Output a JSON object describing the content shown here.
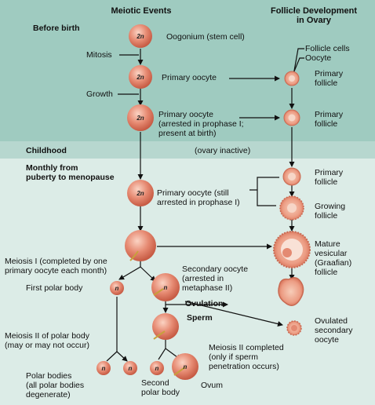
{
  "headers": {
    "meiotic_events": "Meiotic Events",
    "follicle_development": "Follicle Development\nin Ovary"
  },
  "periods": {
    "before_birth": "Before birth",
    "childhood": "Childhood",
    "puberty": "Monthly from\npuberty to menopause"
  },
  "processes": {
    "mitosis": "Mitosis",
    "growth": "Growth",
    "meiosis_one": "Meiosis I (completed by one\nprimary oocyte each month)",
    "meiosis_two_polar": "Meiosis II of polar body\n(may or may not occur)",
    "ovulation": "Ovulation",
    "sperm": "Sperm",
    "meiosis_two_completed": "Meiosis II completed\n(only if sperm\npenetration occurs)"
  },
  "cells": {
    "oogonium": "Oogonium (stem cell)",
    "primary_oocyte": "Primary oocyte",
    "primary_oocyte_arrested": "Primary oocyte\n(arrested in prophase I;\npresent at birth)",
    "primary_oocyte_still": "Primary oocyte (still\narrested in prophase I)",
    "secondary_oocyte": "Secondary oocyte\n(arrested in\nmetaphase II)",
    "first_polar_body": "First polar body",
    "polar_bodies": "Polar bodies\n(all polar bodies\ndegenerate)",
    "second_polar_body": "Second\npolar body",
    "ovum": "Ovum",
    "diploid_mark": "2n",
    "haploid_mark": "n"
  },
  "follicles": {
    "follicle_cells": "Follicle cells",
    "oocyte": "Oocyte",
    "primary_follicle": "Primary\nfollicle",
    "childhood_state": "(ovary inactive)",
    "growing_follicle": "Growing\nfollicle",
    "mature_follicle": "Mature\nvesicular\n(Graafian)\nfollicle",
    "ovulated_oocyte": "Ovulated\nsecondary\noocyte"
  },
  "colors": {
    "band_before_birth": "#9fcbc0",
    "band_childhood": "#b7d7cf",
    "band_puberty": "#dcece7",
    "cell_fill": "#e4856f",
    "follicle_fill": "#f0b49c"
  }
}
